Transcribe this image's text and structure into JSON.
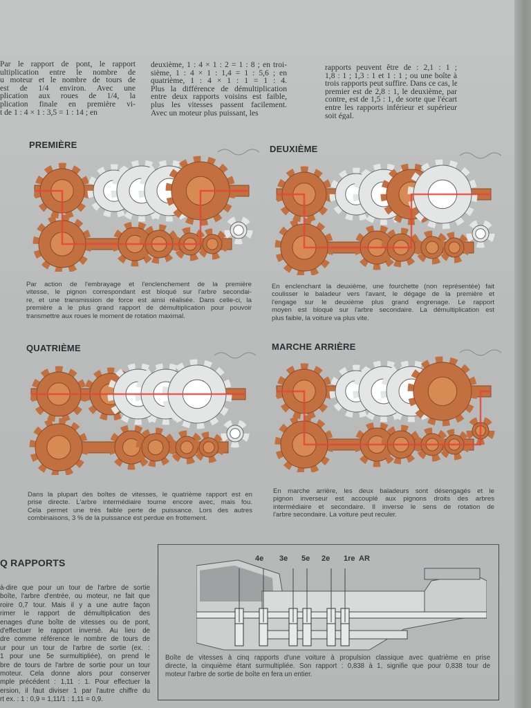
{
  "intro": {
    "col1": [
      "Par le rapport de pont, le rapport",
      "ultiplication entre le nombre de",
      "u moteur et le nombre de tours de",
      "est de 1/4 environ. Avec une",
      "plication aux roues de 1/4, la",
      "plication finale en première vi-",
      "t de 1 : 4 × 1 : 3,5 = 1 : 14 ; en"
    ],
    "col2": [
      "deuxième, 1 : 4 × 1 : 2 = 1 : 8 ; en troi-",
      "sième, 1 : 4 × 1 : 1,4 = 1 : 5,6 ; en",
      "quatrième, 1 : 4 × 1 : 1 = 1 : 4.",
      "Plus la différence de démultiplication",
      "entre deux rapports voisins est faible,",
      "plus les vitesses passent facilement.",
      "Avec un moteur plus puissant, les"
    ],
    "col3": [
      "rapports peuvent être de : 2,1 : 1 ;",
      "1,8 : 1 ; 1,3 : 1 et 1 : 1 ; ou une boîte à",
      "trois rapports peut suffire. Dans ce cas, le",
      "premier est de 2,8 : 1, le deuxième, par",
      "contre, est de 1,5 : 1, de sorte que l'écart",
      "entre les rapports inférieur et supérieur",
      "soit égal."
    ]
  },
  "gears": [
    {
      "title": "PREMIÈRE",
      "caption": [
        "Par action de l'embrayage et l'enclenchement de la première",
        "vitesse, le pignon correspondant est bloqué sur l'arbre secondai-",
        "re, et une transmission de force est ainsi réalisée. Dans celle-ci, la",
        "première a le plus grand rapport de démultiplication pour pouvoir",
        "transmettre aux roues le moment de rotation maximal."
      ]
    },
    {
      "title": "DEUXIÈME",
      "caption": [
        "En enclenchant la deuxième, une fourchette (non représentée) fait",
        "coulisser le baladeur vers l'avant, le dégage de la première et",
        "l'engage sur le deuxième plus grand engrenage. Le rapport",
        "moyen est bloqué sur l'arbre secondaire. La démultiplication est",
        "plus faible, la voiture va plus vite."
      ]
    },
    {
      "title": "QUATRIÈME",
      "caption": [
        "Dans la plupart des boîtes de vitesses, le quatrième rapport est en",
        "prise directe. L'arbre intermédiaire tourne encore avec, mais fou.",
        "Cela permet une très faible perte de puissance. Lors des autres",
        "combinaisons, 3 % de la puissance est perdue en frottement."
      ]
    },
    {
      "title": "MARCHE ARRIÈRE",
      "caption": [
        "En marche arrière, les deux baladeurs sont désengagés et le",
        "pignon inverseur est accouplé aux pignons droits des arbres",
        "intermédiaire et secondaire. Il inverse le sens de rotation de",
        "l'arbre secondaire. La voiture peut reculer."
      ]
    }
  ],
  "section": {
    "title": "Q RAPPORTS",
    "body": [
      "à-dire que pour un tour de l'arbre de sortie",
      "boîte, l'arbre d'entrée, ou moteur, ne fait que",
      "roire 0,7 tour. Mais il y a une autre façon",
      "rimer le rapport de démultiplication des",
      "enages d'une boîte de vitesses ou de pont,",
      "d'effectuer le rapport inversé. Au lieu de",
      "dre comme référence le nombre de tours de",
      "ur pour un tour de l'arbre de sortie (ex. :",
      "1 pour une 5e surmultipliée), on prend le",
      "bre de tours de l'arbre de sortie pour un tour",
      "moteur. Cela donne alors pour conserver",
      "mple précédent : 1,11 : 1. Pour effectuer la",
      "ersion, il faut diviser 1 par l'autre chiffre du",
      "rt ex. : 1 : 0,9 = 1,11/1 : 1,11 = 0,9."
    ]
  },
  "gearbox": {
    "labels": [
      "4e",
      "3e",
      "5e",
      "2e",
      "1re",
      "AR"
    ],
    "caption": [
      "Boîte de vitesses à cinq rapports d'une voiture à propulsion classique avec quatrième en prise",
      "directe, la cinquième étant surmultipliée. Son rapport : 0,838 à 1, signifie que pour 0,838 tour de",
      "moteur l'arbre de sortie de boîte en fera un entier."
    ]
  },
  "colors": {
    "gear_orange": "#c27040",
    "power_red": "#e8433a",
    "gear_white": "#e4e6e6"
  }
}
